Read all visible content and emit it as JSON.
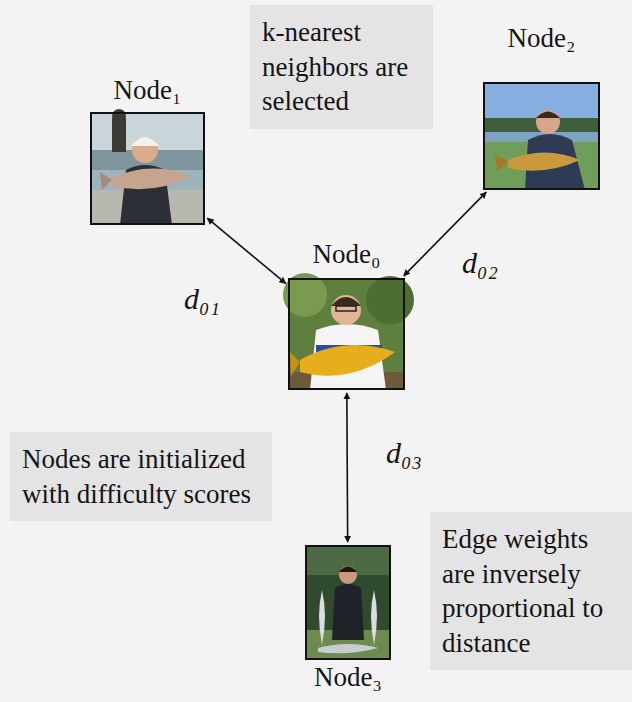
{
  "diagram": {
    "nodes": [
      {
        "text": [
          "k-nearest neighbors are selected"
        ]
      },
      {
        "text": [
          "Node₁"
        ]
      },
      {
        "text": [
          "Node₂"
        ]
      },
      {
        "text": [
          "Node₀"
        ]
      },
      {
        "text": [
          "Nodes are initialized with difficulty scores"
        ]
      },
      {
        "text": [
          "Edge weights are inversely proportional to distance"
        ]
      },
      {
        "text": [
          "Node₃"
        ]
      }
    ],
    "edges": [
      {
        "from": 3,
        "to": 1,
        "arrow": "both",
        "label": "d₀₁"
      },
      {
        "from": 3,
        "to": 2,
        "arrow": "both",
        "label": "d₀₂"
      },
      {
        "from": 3,
        "to": 6,
        "arrow": "both",
        "label": "d₀₃"
      }
    ]
  }
}
